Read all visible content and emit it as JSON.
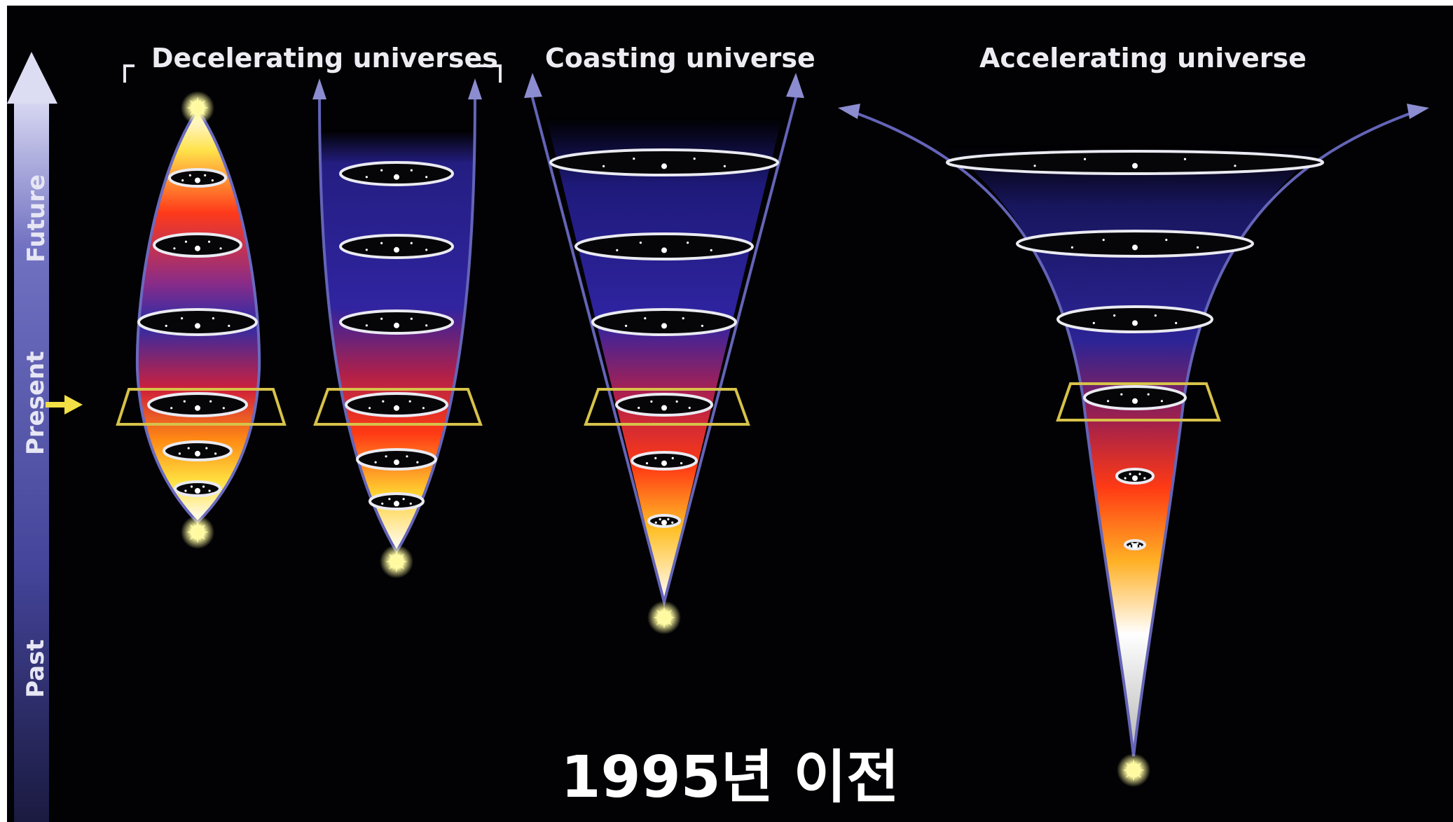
{
  "header": {
    "decelerating_label": "Decelerating universes",
    "coasting_label": "Coasting universe",
    "accelerating_label": "Accelerating universe"
  },
  "time_axis": {
    "future_label": "Future",
    "present_label": "Present",
    "past_label": "Past"
  },
  "caption": "1995년 이전",
  "colors": {
    "background": "#020204",
    "time_arrow": "#4c4ca2",
    "outline": "#5e5eb6",
    "present_marker": "#d7c24a",
    "star": "#fffaa0"
  }
}
